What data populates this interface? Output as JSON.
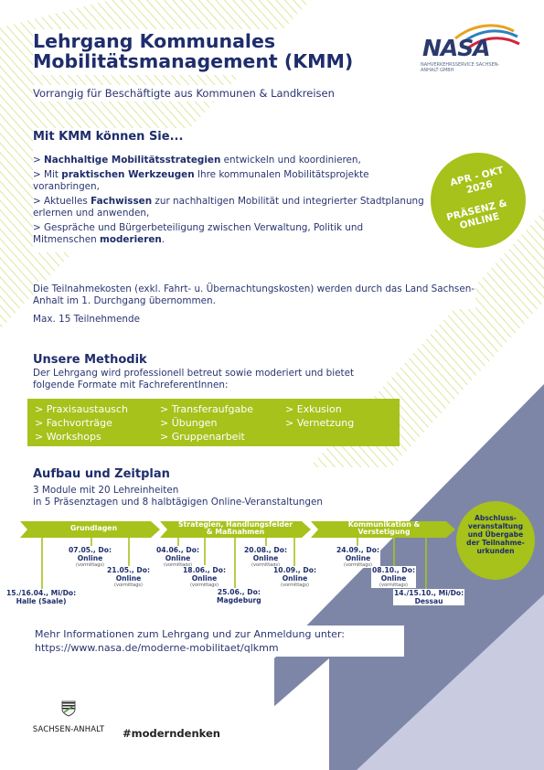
{
  "header": {
    "title_line1": "Lehrgang Kommunales",
    "title_line2": "Mobilitätsmanagement (KMM)",
    "subtitle": "Vorrangig für Beschäftigte aus Kommunen & Landkreisen"
  },
  "logo": {
    "name": "NASA",
    "tagline": "NAHVERKEHRSSERVICE SACHSEN-ANHALT GMBH"
  },
  "benefits": {
    "heading": "Mit KMM können Sie...",
    "items": [
      {
        "pre": "> ",
        "bold": "Nachhaltige Mobilitätsstrategien",
        "post": " entwickeln und koordinieren,"
      },
      {
        "pre": "> Mit ",
        "bold": "praktischen Werkzeugen",
        "post": " Ihre kommunalen Mobilitätsprojekte voranbringen,"
      },
      {
        "pre": "> Aktuelles ",
        "bold": "Fachwissen",
        "post": " zur nachhaltigen Mobilität und integrierter Stadtplanung erlernen und anwenden,"
      },
      {
        "pre": "> Gespräche und Bürgerbeteiligung zwischen Verwaltung, Politik und Mitmenschen ",
        "bold": "moderieren",
        "post": "."
      }
    ]
  },
  "badge": {
    "line1a": "APR - OKT",
    "line1b": "2026",
    "line2a": "PRÄSENZ &",
    "line2b": "ONLINE"
  },
  "costs": {
    "text": "Die Teilnahmekosten (exkl. Fahrt- u. Übernachtungskosten) werden durch das Land Sachsen-Anhalt im 1. Durchgang übernommen.",
    "max": "Max. 15 Teilnehmende"
  },
  "method": {
    "heading": "Unsere Methodik",
    "text": "Der Lehrgang wird professionell betreut sowie moderiert und bietet folgende Formate mit FachreferentInnen:",
    "col1": [
      "> Praxisaustausch",
      "> Fachvorträge",
      "> Workshops"
    ],
    "col2": [
      "> Transferaufgabe",
      "> Übungen",
      "> Gruppenarbeit"
    ],
    "col3": [
      "> Exkusion",
      "> Vernetzung"
    ]
  },
  "schedule": {
    "heading": "Aufbau und Zeitplan",
    "line1": "3 Module mit 20 Lehreinheiten",
    "line2": "in 5 Präsenztagen und 8 halbtägigen Online-Veranstaltungen",
    "phases": [
      {
        "l1": "Grundlagen",
        "l2": ""
      },
      {
        "l1": "Strategien, Handlungsfelder",
        "l2": "& Maßnahmen"
      },
      {
        "l1": "Kommunikation &",
        "l2": "Verstetigung"
      }
    ],
    "final_l1": "Abschluss-",
    "final_l2": "veranstaltung",
    "final_l3": "und Übergabe",
    "final_l4": "der Teilnahme-",
    "final_l5": "urkunden",
    "dates": [
      {
        "d": "15./16.04., Mi/Do:",
        "p": "Halle (Saale)",
        "s": ""
      },
      {
        "d": "07.05., Do:",
        "p": "Online",
        "s": "(vormittags)"
      },
      {
        "d": "21.05., Do:",
        "p": "Online",
        "s": "(vormittags)"
      },
      {
        "d": "04.06., Do:",
        "p": "Online",
        "s": "(vormittags)"
      },
      {
        "d": "18.06., Do:",
        "p": "Online",
        "s": "(vormittags)"
      },
      {
        "d": "25.06., Do:",
        "p": "Magdeburg",
        "s": ""
      },
      {
        "d": "20.08., Do:",
        "p": "Online",
        "s": "(vormittags)"
      },
      {
        "d": "10.09., Do:",
        "p": "Online",
        "s": "(vormittags)"
      },
      {
        "d": "24.09., Do:",
        "p": "Online",
        "s": "(vormittags)"
      },
      {
        "d": "08.10., Do:",
        "p": "Online",
        "s": "(vormittags)"
      },
      {
        "d": "14./15.10., Mi/Do:",
        "p": "Dessau",
        "s": ""
      }
    ]
  },
  "info": {
    "line1": "Mehr Informationen zum Lehrgang und zur Anmeldung unter:",
    "url": "https://www.nasa.de/moderne-mobilitaet/qlkmm"
  },
  "footer": {
    "land": "SACHSEN-ANHALT",
    "hashtag": "#moderndenken"
  },
  "colors": {
    "navy": "#1e2d6b",
    "green": "#a6c21b",
    "slate": "#7e86a8",
    "lavender": "#c9cbe0"
  }
}
